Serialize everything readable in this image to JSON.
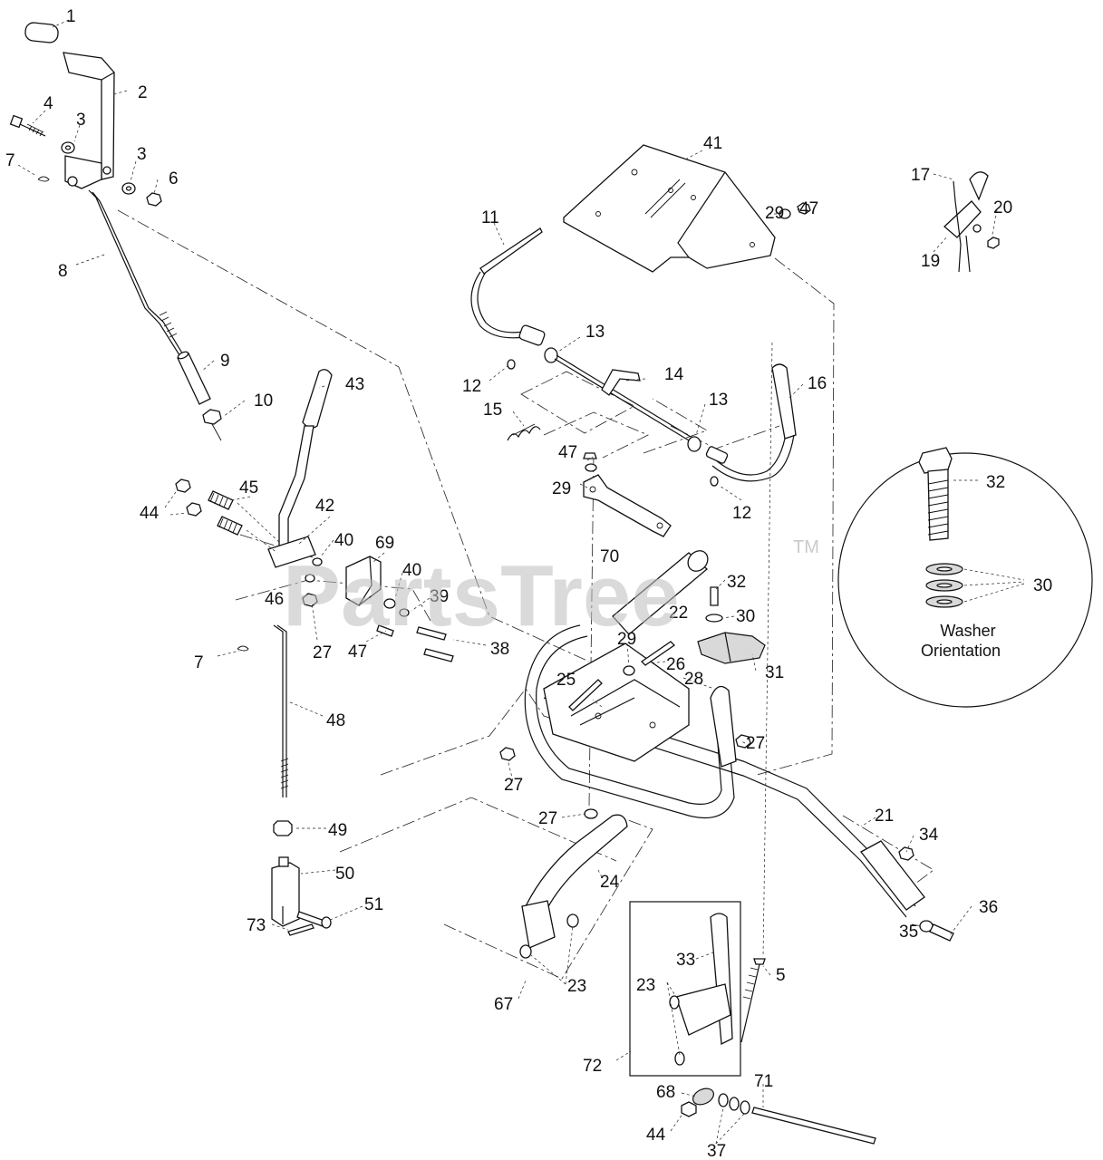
{
  "watermark": {
    "text": "PartsTree",
    "tm": "TM"
  },
  "inset": {
    "caption_line1": "Washer",
    "caption_line2": "Orientation"
  },
  "callouts": [
    {
      "id": "c1",
      "label": "1"
    },
    {
      "id": "c2",
      "label": "2"
    },
    {
      "id": "c3a",
      "label": "3"
    },
    {
      "id": "c3b",
      "label": "3"
    },
    {
      "id": "c4",
      "label": "4"
    },
    {
      "id": "c5",
      "label": "5"
    },
    {
      "id": "c6",
      "label": "6"
    },
    {
      "id": "c7a",
      "label": "7"
    },
    {
      "id": "c7b",
      "label": "7"
    },
    {
      "id": "c8",
      "label": "8"
    },
    {
      "id": "c9",
      "label": "9"
    },
    {
      "id": "c10",
      "label": "10"
    },
    {
      "id": "c11",
      "label": "11"
    },
    {
      "id": "c12a",
      "label": "12"
    },
    {
      "id": "c12b",
      "label": "12"
    },
    {
      "id": "c13a",
      "label": "13"
    },
    {
      "id": "c13b",
      "label": "13"
    },
    {
      "id": "c14",
      "label": "14"
    },
    {
      "id": "c15",
      "label": "15"
    },
    {
      "id": "c16",
      "label": "16"
    },
    {
      "id": "c17",
      "label": "17"
    },
    {
      "id": "c19",
      "label": "19"
    },
    {
      "id": "c20",
      "label": "20"
    },
    {
      "id": "c21",
      "label": "21"
    },
    {
      "id": "c22",
      "label": "22"
    },
    {
      "id": "c23a",
      "label": "23"
    },
    {
      "id": "c23b",
      "label": "23"
    },
    {
      "id": "c24",
      "label": "24"
    },
    {
      "id": "c25",
      "label": "25"
    },
    {
      "id": "c26",
      "label": "26"
    },
    {
      "id": "c27a",
      "label": "27"
    },
    {
      "id": "c27b",
      "label": "27"
    },
    {
      "id": "c27c",
      "label": "27"
    },
    {
      "id": "c27d",
      "label": "27"
    },
    {
      "id": "c28",
      "label": "28"
    },
    {
      "id": "c29a",
      "label": "29"
    },
    {
      "id": "c29b",
      "label": "29"
    },
    {
      "id": "c29c",
      "label": "29"
    },
    {
      "id": "c30a",
      "label": "30"
    },
    {
      "id": "c30b",
      "label": "30"
    },
    {
      "id": "c31",
      "label": "31"
    },
    {
      "id": "c32a",
      "label": "32"
    },
    {
      "id": "c32b",
      "label": "32"
    },
    {
      "id": "c33",
      "label": "33"
    },
    {
      "id": "c34",
      "label": "34"
    },
    {
      "id": "c35",
      "label": "35"
    },
    {
      "id": "c36",
      "label": "36"
    },
    {
      "id": "c37",
      "label": "37"
    },
    {
      "id": "c38",
      "label": "38"
    },
    {
      "id": "c39",
      "label": "39"
    },
    {
      "id": "c40a",
      "label": "40"
    },
    {
      "id": "c40b",
      "label": "40"
    },
    {
      "id": "c41",
      "label": "41"
    },
    {
      "id": "c42",
      "label": "42"
    },
    {
      "id": "c43",
      "label": "43"
    },
    {
      "id": "c44a",
      "label": "44"
    },
    {
      "id": "c44b",
      "label": "44"
    },
    {
      "id": "c45",
      "label": "45"
    },
    {
      "id": "c46",
      "label": "46"
    },
    {
      "id": "c47a",
      "label": "47"
    },
    {
      "id": "c47b",
      "label": "47"
    },
    {
      "id": "c47c",
      "label": "47"
    },
    {
      "id": "c48",
      "label": "48"
    },
    {
      "id": "c49",
      "label": "49"
    },
    {
      "id": "c50",
      "label": "50"
    },
    {
      "id": "c51",
      "label": "51"
    },
    {
      "id": "c67",
      "label": "67"
    },
    {
      "id": "c68",
      "label": "68"
    },
    {
      "id": "c69",
      "label": "69"
    },
    {
      "id": "c70",
      "label": "70"
    },
    {
      "id": "c71",
      "label": "71"
    },
    {
      "id": "c72",
      "label": "72"
    },
    {
      "id": "c73",
      "label": "73"
    }
  ]
}
